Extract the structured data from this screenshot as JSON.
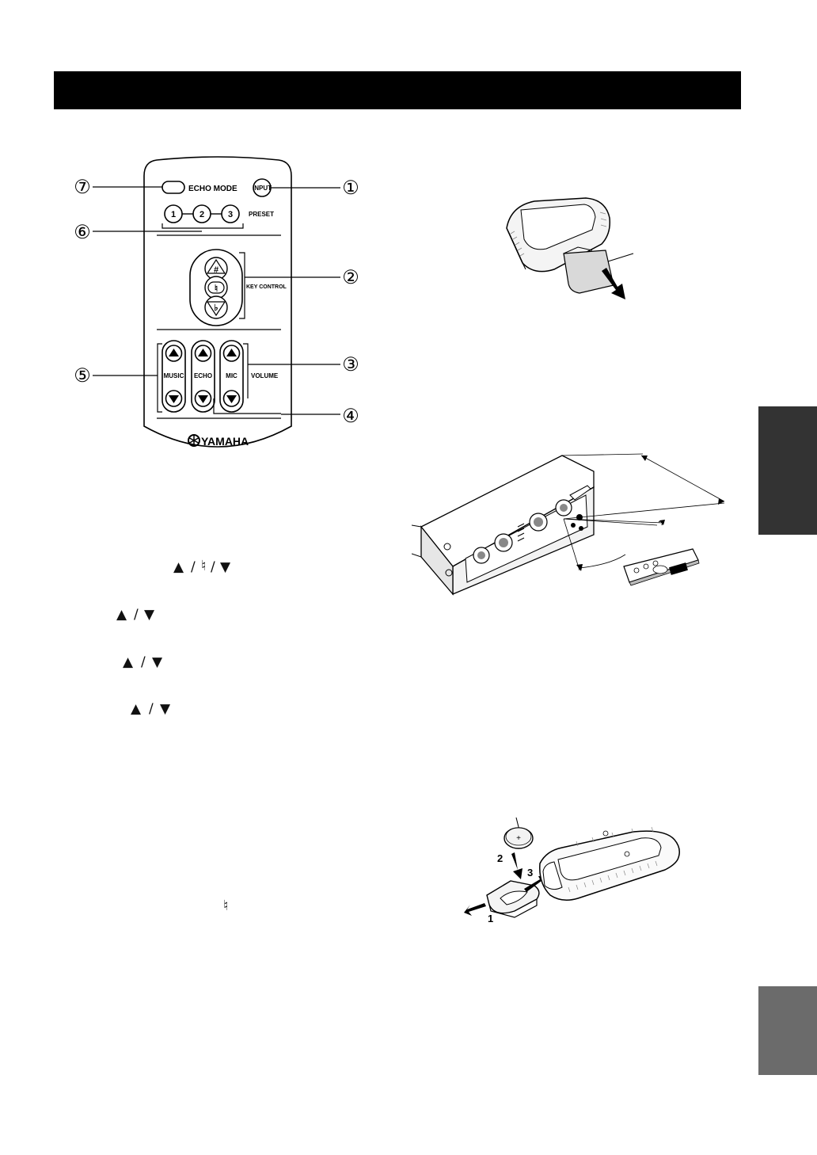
{
  "remote": {
    "echo_mode": "ECHO MODE",
    "input": "INPUT",
    "preset": "PRESET",
    "preset_1": "1",
    "preset_2": "2",
    "preset_3": "3",
    "key_control": "KEY CONTROL",
    "key_sharp": "#",
    "key_natural": "♮",
    "key_flat": "♭",
    "music": "MUSIC",
    "echo": "ECHO",
    "mic": "MIC",
    "volume": "VOLUME",
    "brand": "YAMAHA"
  },
  "callouts": [
    "①",
    "②",
    "③",
    "④",
    "⑤",
    "⑥",
    "⑦"
  ],
  "battery_steps": [
    "1",
    "2",
    "3"
  ],
  "battery_plus": "+",
  "symbols": {
    "up": "▲",
    "down": "▼",
    "natural": "♮",
    "slash": "/"
  }
}
